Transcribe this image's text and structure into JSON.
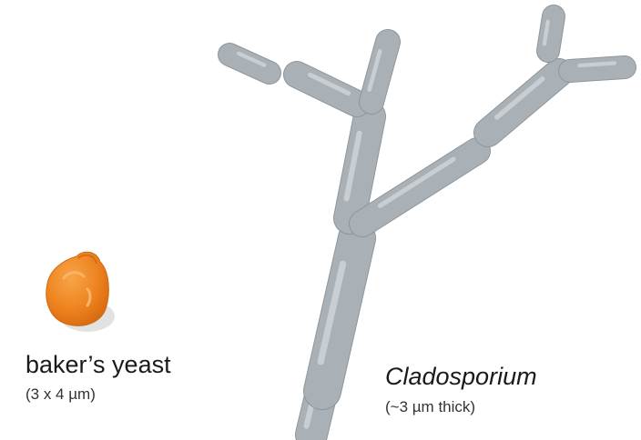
{
  "yeast": {
    "name": "baker’s yeast",
    "size": "(3 x 4 µm)",
    "color": "#f08a24"
  },
  "mold": {
    "name": "Cladosporium",
    "size": "(~3 µm thick)",
    "color": "#a9b0b6"
  }
}
